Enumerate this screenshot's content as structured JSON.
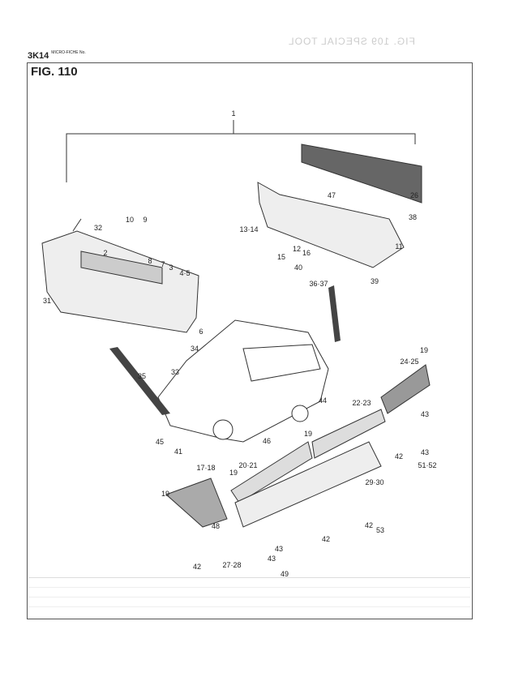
{
  "header": {
    "code": "3K14",
    "code_caption": "MICRO-FICHE No.",
    "ghost_title": "FIG. 109 SPECIAL TOOL"
  },
  "figure": {
    "title": "FIG. 110"
  },
  "part_labels": [
    "1",
    "2",
    "3",
    "4·5",
    "6",
    "7",
    "8",
    "9",
    "10",
    "11",
    "12",
    "13·14",
    "15",
    "16",
    "17·18",
    "19",
    "19",
    "19",
    "19",
    "20·21",
    "22·23",
    "24·25",
    "26",
    "27·28",
    "29·30",
    "31",
    "32",
    "33",
    "34",
    "35",
    "36·37",
    "38",
    "39",
    "40",
    "41",
    "42",
    "42",
    "42",
    "42",
    "43",
    "43",
    "43",
    "43",
    "44",
    "45",
    "46",
    "47",
    "48",
    "49",
    "51·52",
    "53"
  ]
}
